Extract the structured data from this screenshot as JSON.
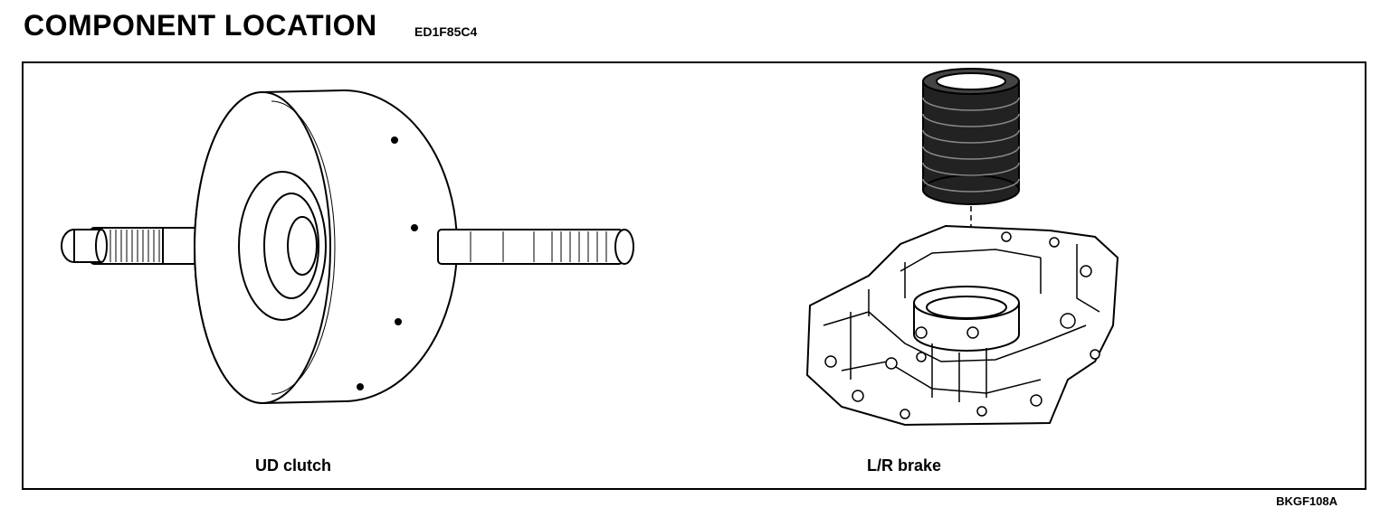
{
  "header": {
    "title": "COMPONENT LOCATION",
    "code": "ED1F85C4"
  },
  "figures": [
    {
      "caption": "UD clutch",
      "icon": "ud-clutch-illustration"
    },
    {
      "caption": "L/R brake",
      "icon": "lr-brake-illustration"
    }
  ],
  "footer": {
    "figure_id": "BKGF108A"
  }
}
